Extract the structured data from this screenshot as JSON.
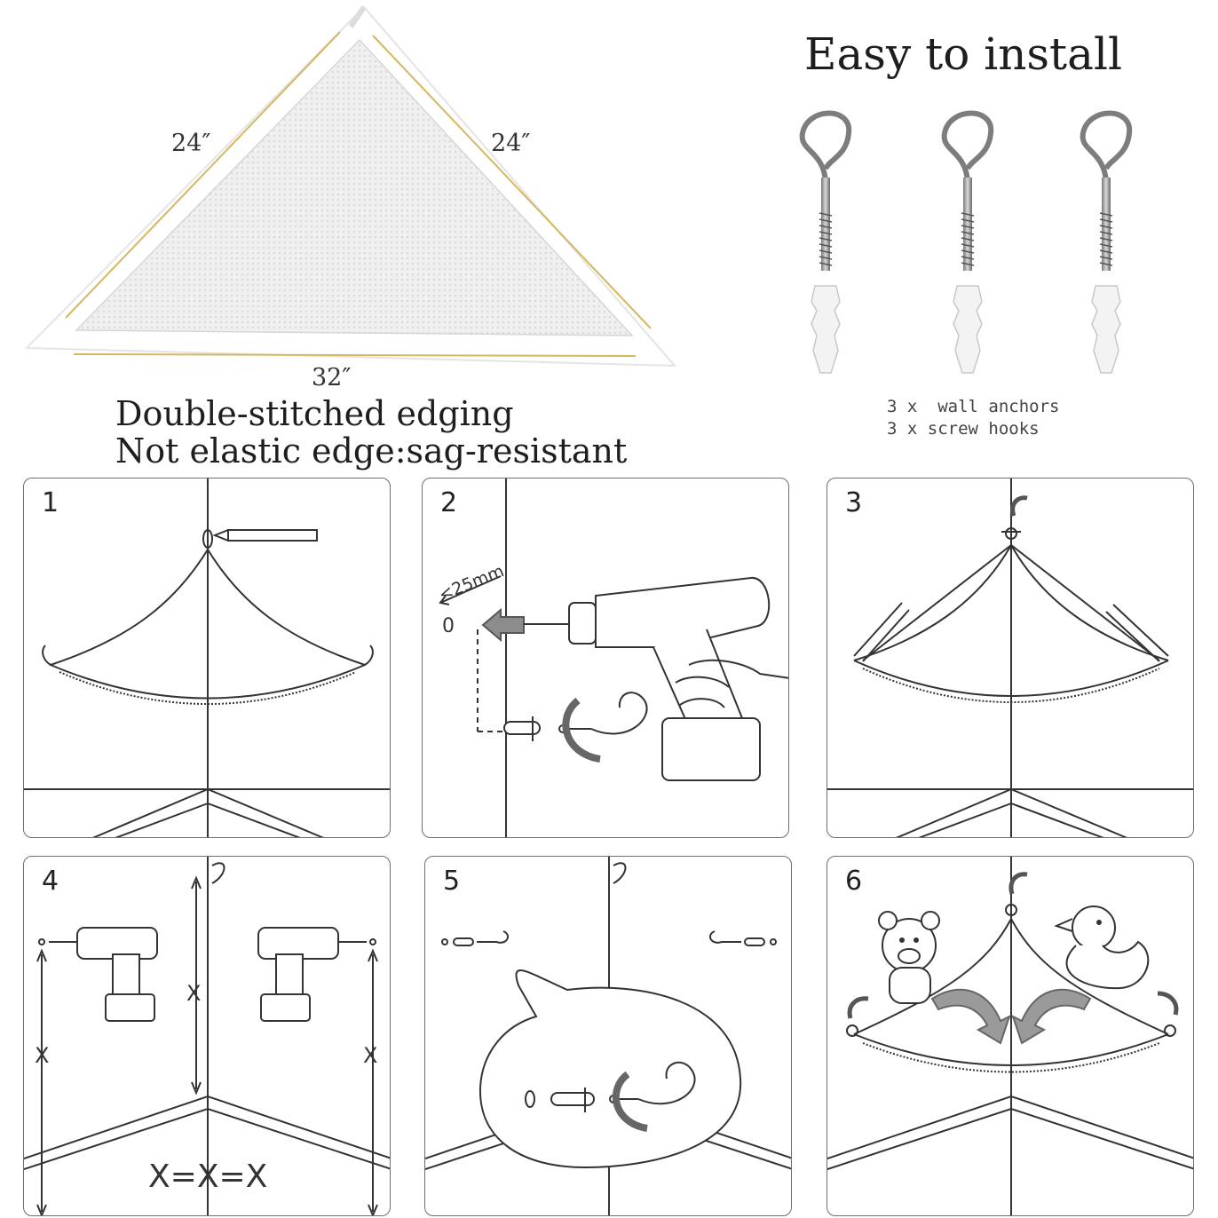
{
  "header": {
    "title": "Easy to install"
  },
  "product": {
    "dimensions": {
      "left_side": "24″",
      "right_side": "24″",
      "bottom_side": "32″"
    },
    "features": [
      "Double-stitched edging",
      "Not elastic edge:sag-resistant"
    ]
  },
  "hardware": {
    "items": [
      "3 x  wall anchors",
      "3 x screw hooks"
    ]
  },
  "steps": [
    {
      "number": "1"
    },
    {
      "number": "2",
      "label": "<25mm",
      "zero_label": "0"
    },
    {
      "number": "3"
    },
    {
      "number": "4",
      "measure_label": "X",
      "equation": "X=X=X"
    },
    {
      "number": "5"
    },
    {
      "number": "6"
    }
  ]
}
